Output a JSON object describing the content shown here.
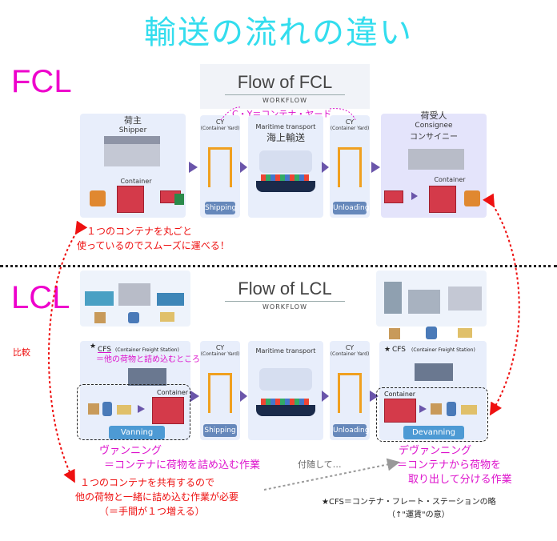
{
  "title": "輸送の流れの違い",
  "fcl": {
    "label": "FCL",
    "flow_title": "Flow of FCL",
    "workflow": "WORKFLOW",
    "cy_note": "C・Y＝コンテナ・ヤード",
    "shipper_jp": "荷主",
    "shipper_en": "Shipper",
    "container": "Container",
    "cy": "CY",
    "cy_sub": "(Container Yard)",
    "shipping": "Shipping",
    "maritime": "Maritime transport",
    "maritime_jp": "海上輸送",
    "unloading": "Unloading",
    "consignee_jp": "荷受人",
    "consignee_en": "Consignee",
    "consignee_kana": "コンサイニー",
    "note1": "１つのコンテナを丸ごと",
    "note2": "使っているのでスムーズに運べる！"
  },
  "lcl": {
    "label": "LCL",
    "flow_title": "Flow of LCL",
    "workflow": "WORKFLOW",
    "cfs_left": "CFS",
    "cfs_left_sub": "(Container Freight Station)",
    "cfs_left_note": "＝他の荷物と詰め込むところ",
    "cfs_right": "CFS",
    "cfs_right_sub": "(Container Freight Station)",
    "container": "Container",
    "cy": "CY",
    "cy_sub": "(Container Yard)",
    "maritime": "Maritime transport",
    "vanning": "Vanning",
    "shipping": "Shipping",
    "unloading": "Unloading",
    "devanning": "Devanning",
    "vanning_jp": "ヴァンニング",
    "vanning_desc": "＝コンテナに荷物を詰め込む作業",
    "devanning_jp": "デヴァンニング",
    "devanning_desc1": "＝コンテナから荷物を",
    "devanning_desc2": "取り出して分ける作業",
    "note1": "１つのコンテナを共有するので",
    "note2": "他の荷物と一緒に詰め込む作業が必要",
    "note3": "（＝手間が１つ増える）",
    "attached": "付随して…",
    "cfs_def": "★CFS＝コンテナ・フレート・ステーションの略",
    "cfs_def2": "（↑\"運賃\"の意）"
  },
  "compare": "比較",
  "star": "★"
}
